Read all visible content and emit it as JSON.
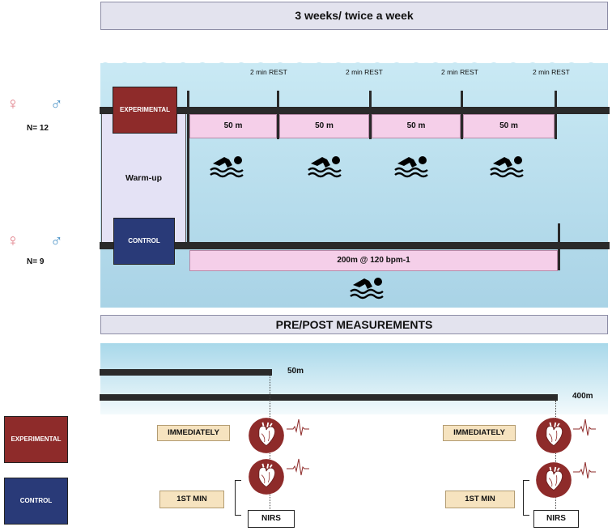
{
  "title": "3 weeks/ twice a week",
  "protocol": {
    "rest_label": "2 min REST",
    "experimental_label": "EXPERIMENTAL",
    "control_label": "CONTROL",
    "experimental_n": "N= 12",
    "control_n": "N= 9",
    "warmup_label": "Warm-up",
    "segments": [
      "50 m",
      "50 m",
      "50 m",
      "50 m"
    ],
    "control_segment": "200m @ 120 bpm-1"
  },
  "measurements": {
    "title": "PRE/POST MEASUREMENTS",
    "lane_short_label": "50m",
    "lane_long_label": "400m",
    "immediately_label": "IMMEDIATELY",
    "first_min_label": "1ST MIN",
    "nirs_label": "NIRS",
    "experimental_label": "EXPERIMENTAL",
    "control_label": "CONTROL"
  },
  "icons": [
    "female-symbol-icon",
    "male-symbol-icon",
    "swimmer-icon",
    "heart-icon",
    "ecg-icon"
  ],
  "colors": {
    "water": "#b9e1ef",
    "experimental": "#8e2b2a",
    "control": "#293a78",
    "segment": "#f5cfe9",
    "timing_tag": "#f6e3bf",
    "banner": "#e3e3ee"
  }
}
